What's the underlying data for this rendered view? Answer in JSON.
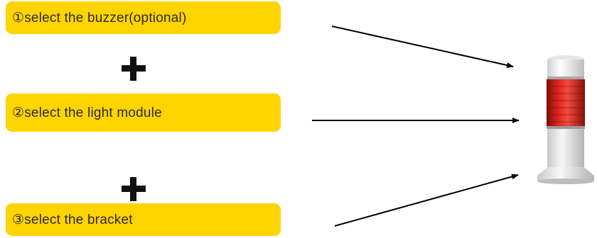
{
  "steps": [
    {
      "label": "①select the buzzer(optional)"
    },
    {
      "label": "②select the light module"
    },
    {
      "label": "③select the bracket"
    }
  ],
  "connectors": {
    "plus_symbol": "plus-icon"
  },
  "colors": {
    "step_background": "#ffd400",
    "step_text": "#2b2b2b",
    "arrow": "#000000",
    "light_red": "#d8221c"
  },
  "product_image": {
    "icon": "signal-tower-light"
  }
}
